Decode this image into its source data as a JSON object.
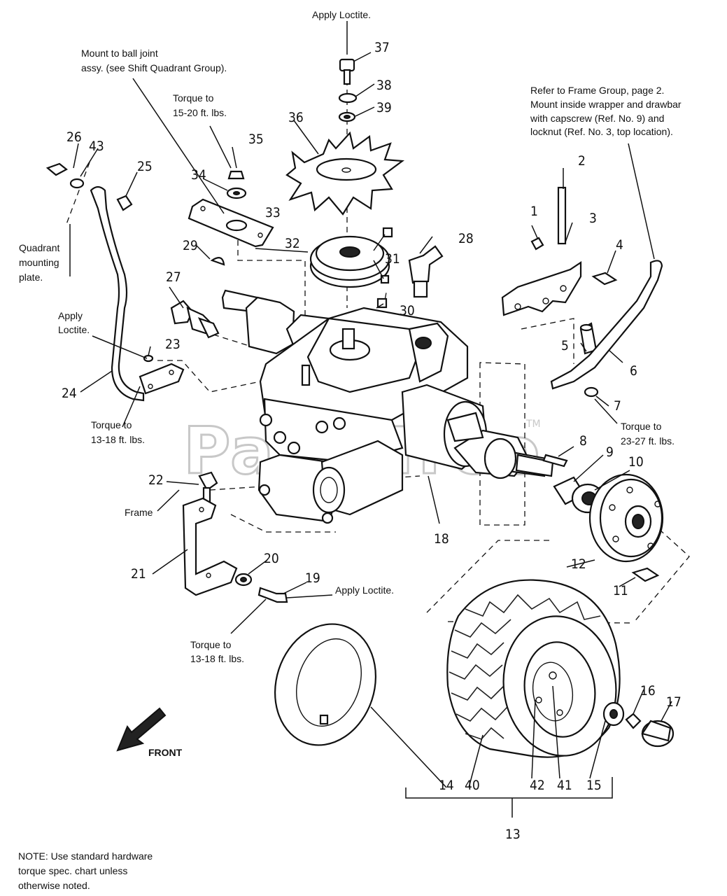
{
  "watermark": {
    "text": "PartsTree",
    "tm": "TM"
  },
  "notes": {
    "apply_loctite_top": "Apply Loctite.",
    "mount_line1": "Mount to ball joint",
    "mount_line2": "assy. (see Shift Quadrant Group).",
    "torque_35_line1": "Torque to",
    "torque_35_line2": "15-20 ft. lbs.",
    "refer_line1": "Refer to Frame Group, page 2.",
    "refer_line2": "Mount inside wrapper and drawbar",
    "refer_line3": "with capscrew (Ref. No. 9) and",
    "refer_line4": "locknut (Ref. No. 3, top location).",
    "quadrant_line1": "Quadrant",
    "quadrant_line2": "mounting",
    "quadrant_line3": "plate.",
    "apply_loctite_23_line1": "Apply",
    "apply_loctite_23_line2": "Loctite.",
    "torque_24_line1": "Torque to",
    "torque_24_line2": "13-18 ft. lbs.",
    "torque_7_line1": "Torque to",
    "torque_7_line2": "23-27 ft. lbs.",
    "frame": "Frame",
    "apply_loctite_19": "Apply Loctite.",
    "torque_19_line1": "Torque to",
    "torque_19_line2": "13-18 ft. lbs.",
    "front": "FRONT",
    "note_line1": "NOTE: Use standard hardware",
    "note_line2": "torque spec. chart unless",
    "note_line3": "otherwise noted."
  },
  "callouts": {
    "n1": "1",
    "n2": "2",
    "n3": "3",
    "n4": "4",
    "n5": "5",
    "n6": "6",
    "n7": "7",
    "n8": "8",
    "n9": "9",
    "n10": "10",
    "n11": "11",
    "n12": "12",
    "n13": "13",
    "n14": "14",
    "n15": "15",
    "n16": "16",
    "n17": "17",
    "n18": "18",
    "n19": "19",
    "n20": "20",
    "n21": "21",
    "n22": "22",
    "n23": "23",
    "n24": "24",
    "n25": "25",
    "n26": "26",
    "n27": "27",
    "n28": "28",
    "n29": "29",
    "n30": "30",
    "n31": "31",
    "n32": "32",
    "n33": "33",
    "n34": "34",
    "n35": "35",
    "n36": "36",
    "n37": "37",
    "n38": "38",
    "n39": "39",
    "n40": "40",
    "n41": "41",
    "n42": "42",
    "n43": "43"
  }
}
